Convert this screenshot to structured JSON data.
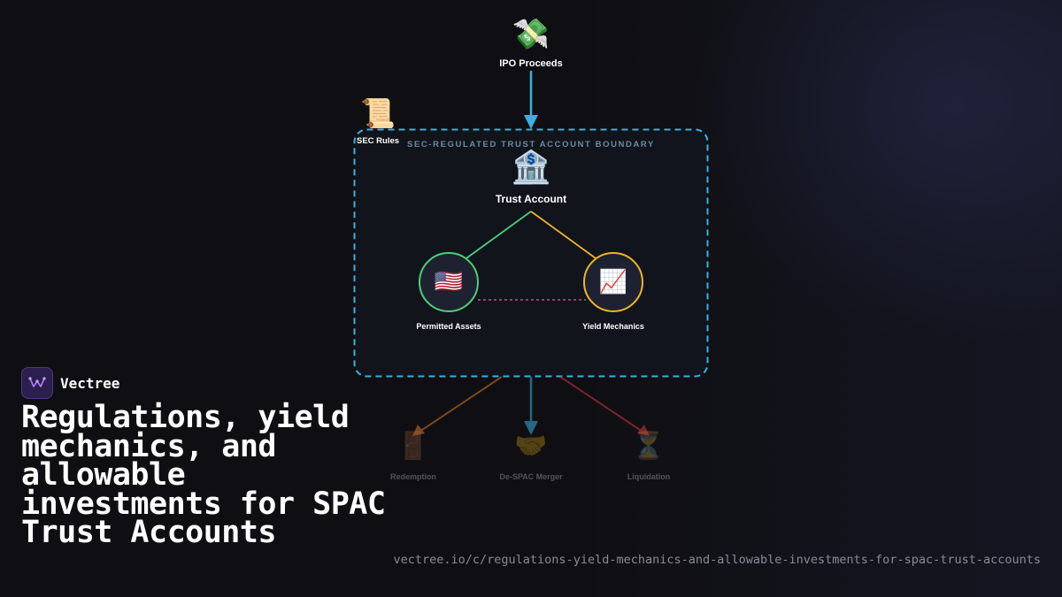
{
  "diagram": {
    "top_node": {
      "icon": "💸",
      "label": "IPO Proceeds"
    },
    "rules_node": {
      "icon": "📜",
      "label": "SEC Rules"
    },
    "boundary_label": "SEC-REGULATED TRUST ACCOUNT BOUNDARY",
    "trust_node": {
      "icon": "🏦",
      "label": "Trust Account"
    },
    "assets_node": {
      "icon": "🇺🇸",
      "label": "Permitted Assets"
    },
    "yield_node": {
      "icon": "📈",
      "label": "Yield Mechanics"
    },
    "outcomes": [
      {
        "icon": "🚪",
        "label": "Redemption"
      },
      {
        "icon": "🤝",
        "label": "De-SPAC Merger"
      },
      {
        "icon": "⏳",
        "label": "Liquidation"
      }
    ],
    "colors": {
      "boundary": "#3ab0e0",
      "arrow_main": "#3ab0e0",
      "assets": "#4ccf7a",
      "yield": "#f0b429",
      "link_dotted": "#c0508a",
      "redemption": "#d07a2a",
      "merger": "#3ab0e0",
      "liquidation": "#d03838"
    }
  },
  "brand": {
    "name": "Vectree",
    "logo_icon": "vectree-logo"
  },
  "headline": "Regulations, yield mechanics, and allowable investments for SPAC Trust Accounts",
  "url": "vectree.io/c/regulations-yield-mechanics-and-allowable-investments-for-spac-trust-accounts"
}
